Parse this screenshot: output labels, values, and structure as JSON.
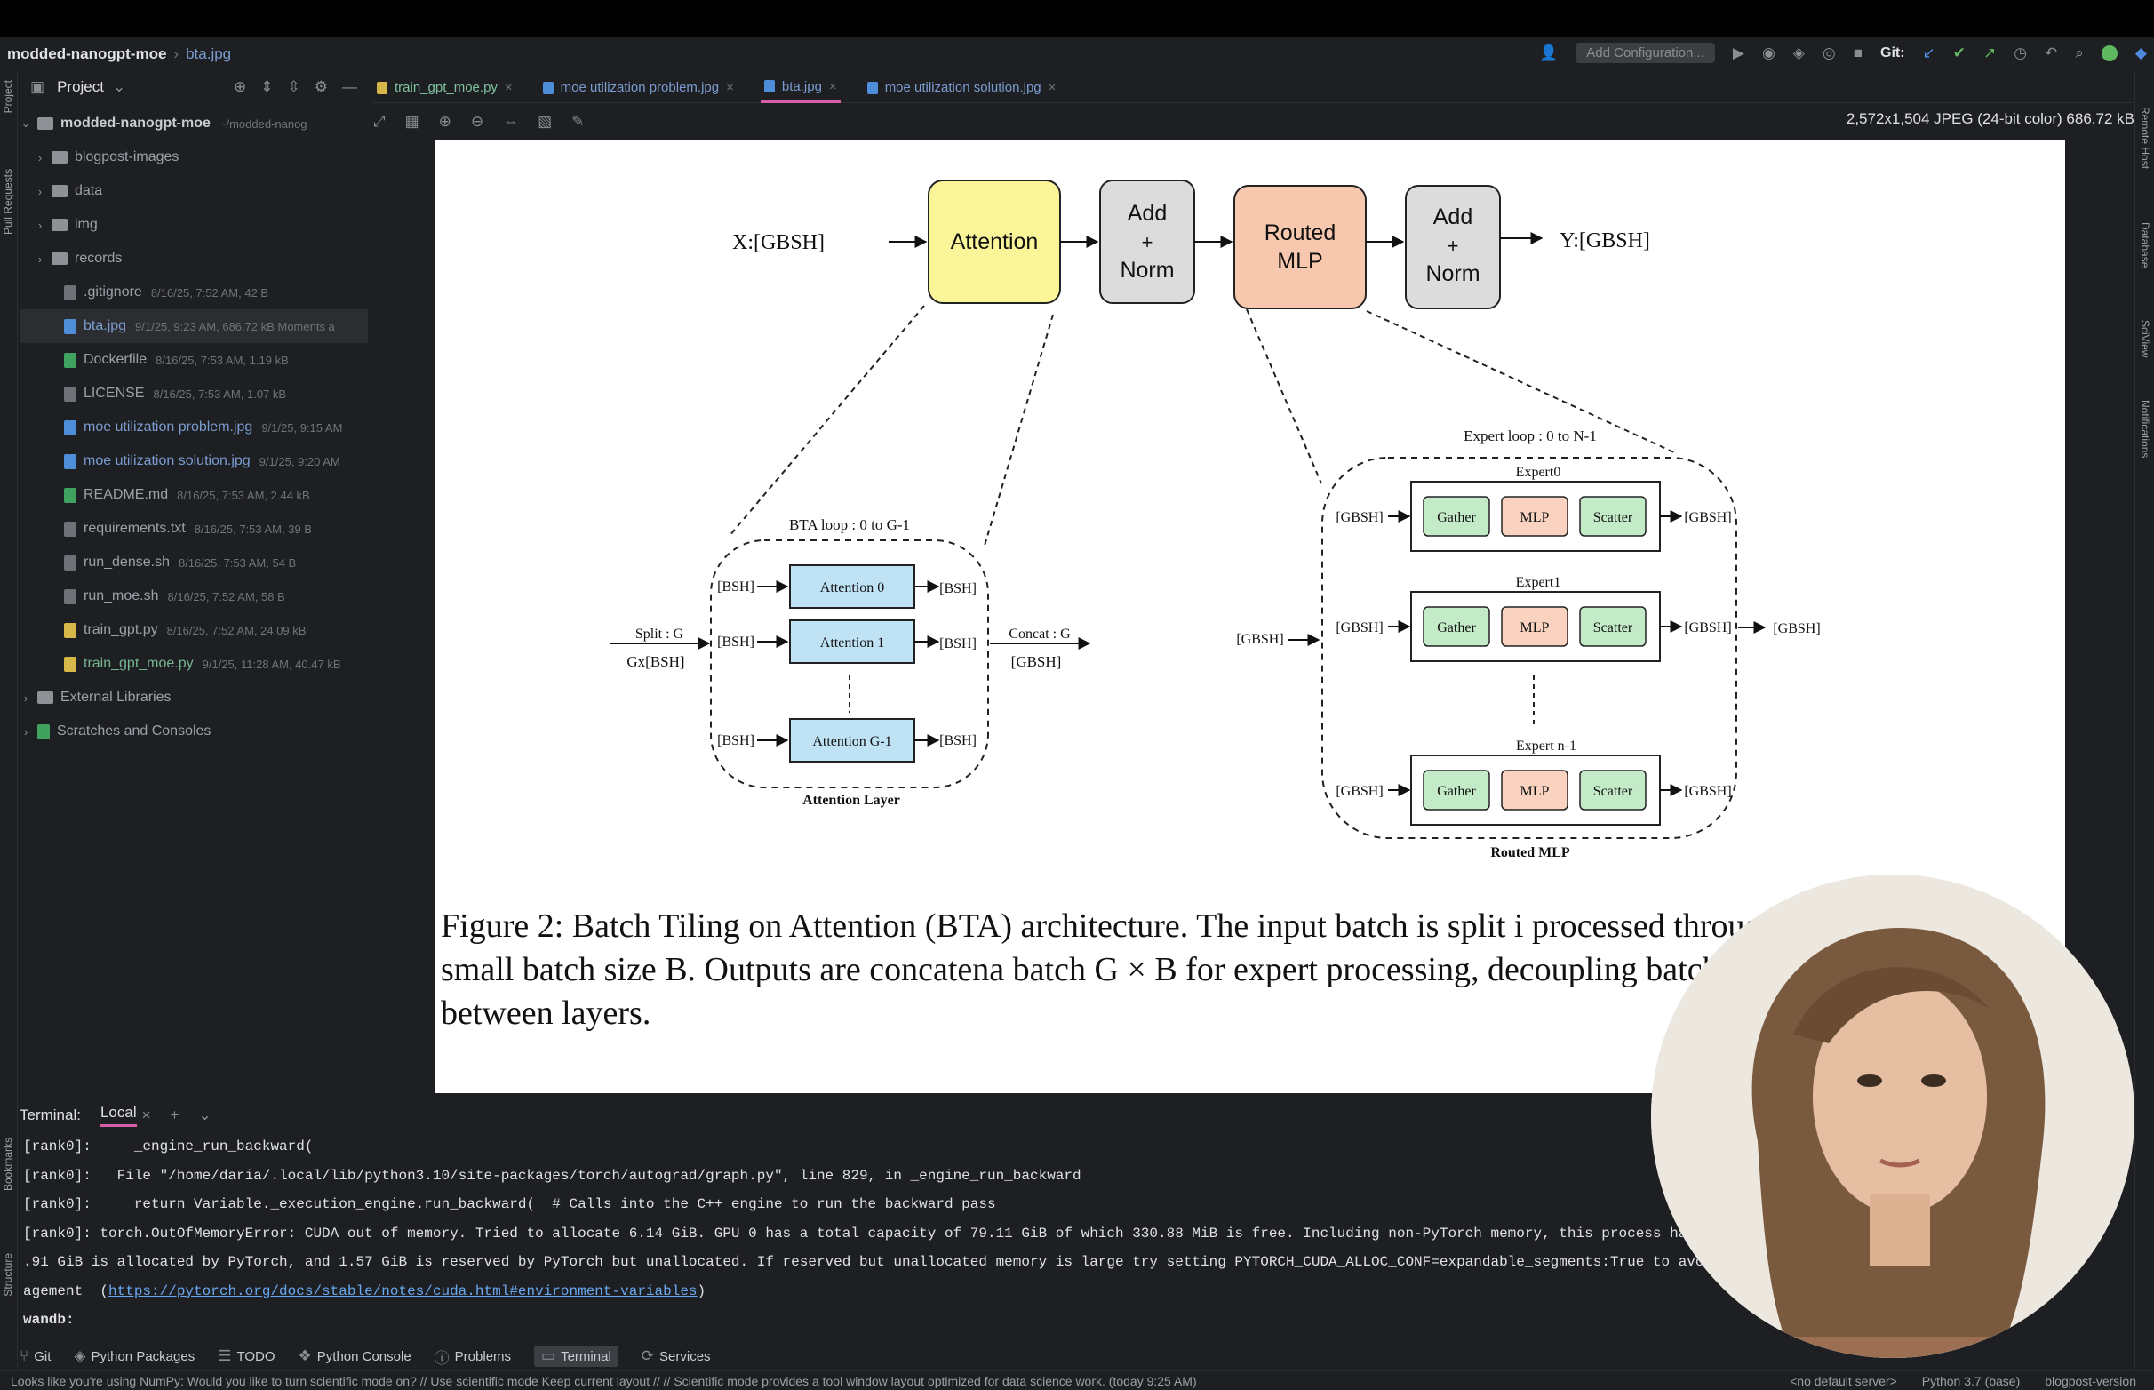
{
  "navbar": {
    "project": "modded-nanogpt-moe",
    "file": "bta.jpg",
    "add_config": "Add Configuration...",
    "git_label": "Git:"
  },
  "project_panel": {
    "title": "Project"
  },
  "tree": [
    {
      "type": "root",
      "name": "modded-nanogpt-moe",
      "meta": "~/modded-nanog"
    },
    {
      "type": "folder",
      "name": "blogpost-images",
      "meta": ""
    },
    {
      "type": "folder",
      "name": "data",
      "meta": ""
    },
    {
      "type": "folder",
      "name": "img",
      "meta": ""
    },
    {
      "type": "folder",
      "name": "records",
      "meta": ""
    },
    {
      "type": "file",
      "name": ".gitignore",
      "meta": "8/16/25, 7:52 AM, 42 B"
    },
    {
      "type": "image",
      "name": "bta.jpg",
      "meta": "9/1/25, 9:23 AM, 686.72 kB Moments a"
    },
    {
      "type": "docker",
      "name": "Dockerfile",
      "meta": "8/16/25, 7:53 AM, 1.19 kB"
    },
    {
      "type": "file",
      "name": "LICENSE",
      "meta": "8/16/25, 7:53 AM, 1.07 kB"
    },
    {
      "type": "image",
      "name": "moe utilization problem.jpg",
      "meta": "9/1/25, 9:15 AM"
    },
    {
      "type": "image",
      "name": "moe utilization solution.jpg",
      "meta": "9/1/25, 9:20 AM"
    },
    {
      "type": "md",
      "name": "README.md",
      "meta": "8/16/25, 7:53 AM, 2.44 kB"
    },
    {
      "type": "file",
      "name": "requirements.txt",
      "meta": "8/16/25, 7:53 AM, 39 B"
    },
    {
      "type": "file",
      "name": "run_dense.sh",
      "meta": "8/16/25, 7:53 AM, 54 B"
    },
    {
      "type": "file",
      "name": "run_moe.sh",
      "meta": "8/16/25, 7:52 AM, 58 B"
    },
    {
      "type": "py",
      "name": "train_gpt.py",
      "meta": "8/16/25, 7:52 AM, 24.09 kB"
    },
    {
      "type": "py",
      "name": "train_gpt_moe.py",
      "meta": "9/1/25, 11:28 AM, 40.47 kB"
    },
    {
      "type": "lib",
      "name": "External Libraries",
      "meta": ""
    },
    {
      "type": "scratch",
      "name": "Scratches and Consoles",
      "meta": ""
    }
  ],
  "tabs": [
    {
      "label": "train_gpt_moe.py"
    },
    {
      "label": "moe utilization problem.jpg"
    },
    {
      "label": "bta.jpg"
    },
    {
      "label": "moe utilization solution.jpg"
    }
  ],
  "image_info": "2,572x1,504 JPEG (24-bit color) 686.72 kB",
  "figure": {
    "top": {
      "x_in": "X:[GBSH]",
      "attention": "Attention",
      "add1": [
        "Add",
        "+",
        "Norm"
      ],
      "routed": [
        "Routed",
        "MLP"
      ],
      "add2": [
        "Add",
        "+",
        "Norm"
      ],
      "y_out": "Y:[GBSH]"
    },
    "bta": {
      "loop": "BTA loop : 0 to G-1",
      "split": "Split : G",
      "gx": "Gx[BSH]",
      "bsh": "[BSH]",
      "att0": "Attention 0",
      "att1": "Attention 1",
      "attg": "Attention G-1",
      "concat": "Concat : G",
      "gbsh": "[GBSH]",
      "layer": "Attention Layer"
    },
    "mlp": {
      "loop": "Expert loop : 0 to N-1",
      "expert0": "Expert0",
      "expert1": "Expert1",
      "expertn": "Expert n-1",
      "gather": "Gather",
      "mlp": "MLP",
      "scatter": "Scatter",
      "gbsh": "[GBSH]",
      "label": "Routed MLP"
    },
    "caption": "Figure 2: Batch Tiling on Attention (BTA) architecture. The input batch is split i processed through attention with small batch size B. Outputs are concatena batch G × B for expert processing, decoupling batch size constraints between layers."
  },
  "terminal": {
    "title": "Terminal:",
    "tab": "Local",
    "lines": [
      "[rank0]:     _engine_run_backward(",
      "[rank0]:   File \"/home/daria/.local/lib/python3.10/site-packages/torch/autograd/graph.py\", line 829, in _engine_run_backward",
      "[rank0]:     return Variable._execution_engine.run_backward(  # Calls into the C++ engine to run the backward pass",
      "[rank0]: torch.OutOfMemoryError: CUDA out of memory. Tried to allocate 6.14 GiB. GPU 0 has a total capacity of 79.11 GiB of which 330.88 MiB is free. Including non-PyTorch memory, this process has",
      ".91 GiB is allocated by PyTorch, and 1.57 GiB is reserved by PyTorch but unallocated. If reserved but unallocated memory is large try setting PYTORCH_CUDA_ALLOC_CONF=expandable_segments:True to avoi",
      "agement  (",
      "wandb:"
    ],
    "link": "https://pytorch.org/docs/stable/notes/cuda.html#environment-variables",
    "link_close": ")"
  },
  "toolwindows": [
    "Git",
    "Python Packages",
    "TODO",
    "Python Console",
    "Problems",
    "Terminal",
    "Services"
  ],
  "status": {
    "message": "Looks like you're using NumPy: Would you like to turn scientific mode on? // Use scientific mode  Keep current layout // // Scientific mode provides a tool window layout optimized for data science work. (today 9:25 AM)",
    "server": "<no default server>",
    "interpreter": "Python 3.7 (base)",
    "branch": "blogpost-version"
  },
  "side_labels": {
    "left": [
      "Project",
      "Pull Requests",
      "Bookmarks",
      "Structure"
    ],
    "right": [
      "Remote Host",
      "Database",
      "SciView",
      "Notifications"
    ]
  },
  "colors": {
    "accent": "#d45fa6",
    "attention": "#fbf59a",
    "routed": "#f7c8ae",
    "addnorm": "#dcdcdc",
    "att_box": "#bfe3f4",
    "gather": "#c3ebc8",
    "mlp_box": "#f9d3c0"
  }
}
